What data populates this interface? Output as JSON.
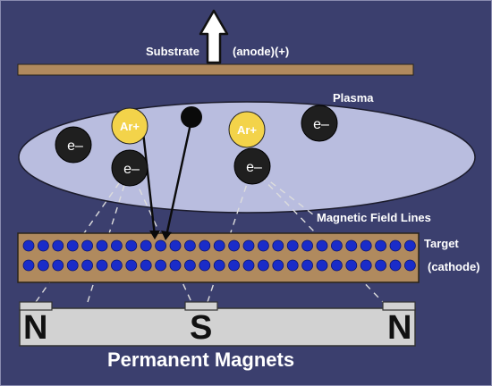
{
  "diagram": {
    "substrate_label": "Substrate",
    "anode_label": "(anode)(+)",
    "plasma_label": "Plasma",
    "field_lines_label": "Magnetic Field Lines",
    "target_label": "Target",
    "cathode_label": "(cathode)",
    "magnets_label": "Permanent Magnets",
    "pole_left": "N",
    "pole_center": "S",
    "pole_right": "N",
    "ion_label": "Ar+",
    "electron_label": "e–"
  },
  "colors": {
    "background": "#3b3f6e",
    "substrate": "#b08a5e",
    "plasma": "#b9bddf",
    "target": "#b08a5e",
    "atom": "#1a2cc9",
    "ion": "#f3d34a",
    "electron": "#1f1f1f",
    "magnet": "#d2d2d2"
  },
  "icons": [
    "up-arrow-icon"
  ]
}
